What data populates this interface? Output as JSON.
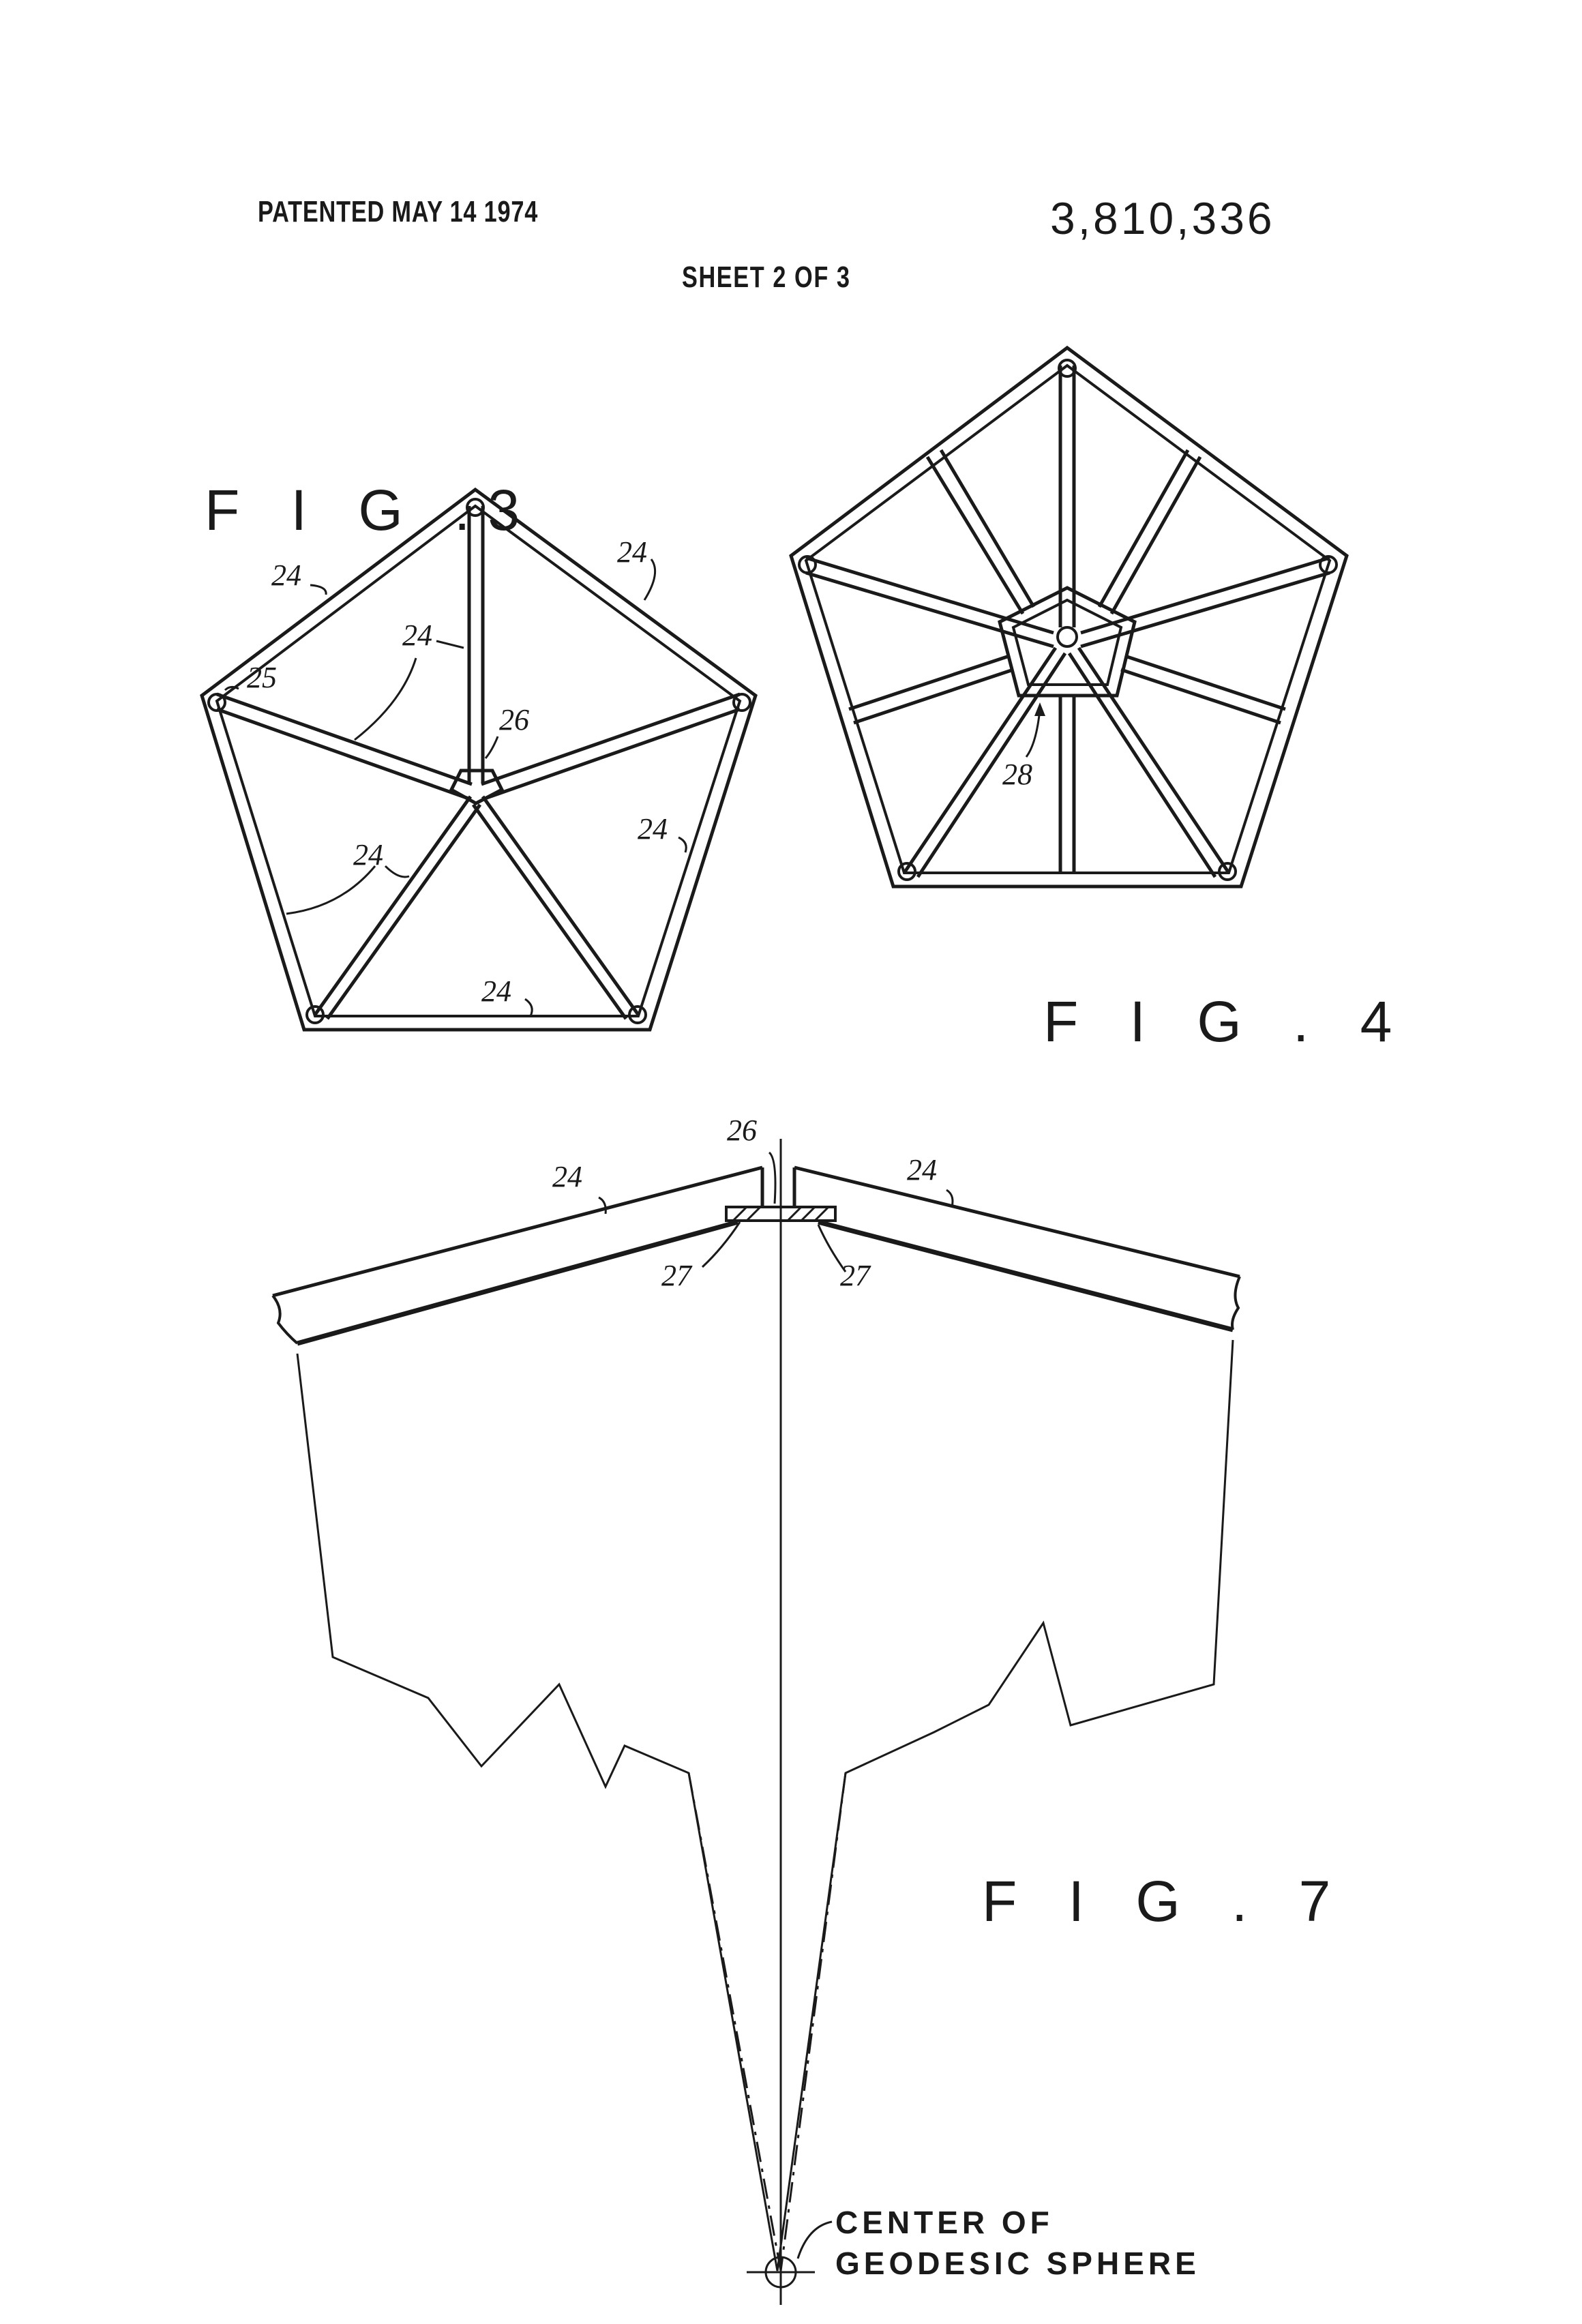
{
  "header": {
    "patented": "PATENTED MAY 14 1974",
    "patent_number": "3,810,336",
    "sheet": "SHEET 2 OF 3"
  },
  "figures": {
    "fig3": {
      "label": "F I G .3",
      "refs": [
        "24",
        "24",
        "24",
        "25",
        "26",
        "24",
        "24",
        "24"
      ]
    },
    "fig4": {
      "label": "F I G . 4",
      "refs": [
        "28"
      ]
    },
    "fig7": {
      "label": "F I G . 7",
      "refs": [
        "24",
        "26",
        "24",
        "27",
        "27"
      ],
      "caption_line1": "CENTER OF",
      "caption_line2": "GEODESIC SPHERE"
    }
  }
}
